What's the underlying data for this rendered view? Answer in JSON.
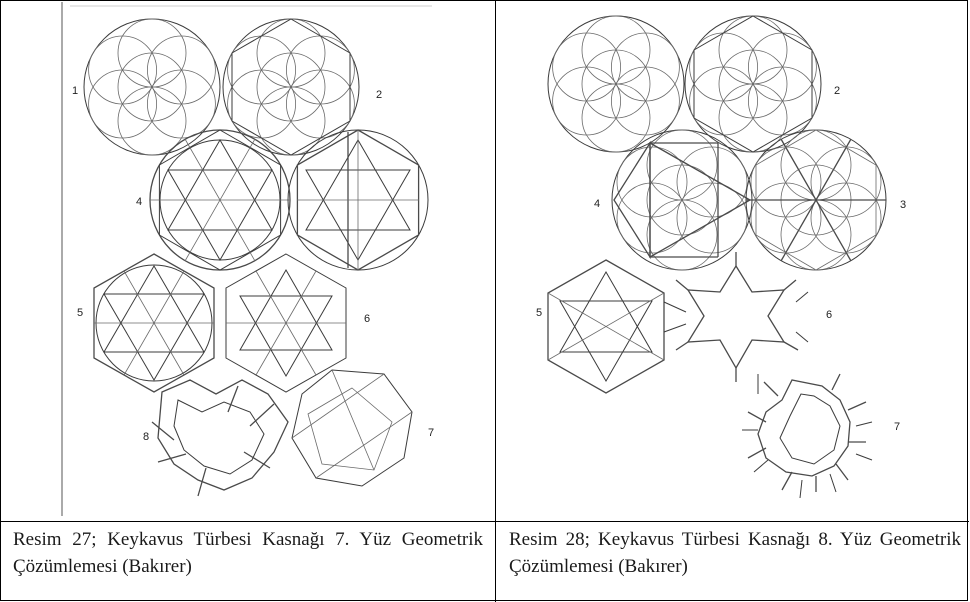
{
  "figures": [
    {
      "id": "left",
      "caption": "Resim 27; Keykavus Türbesi Kasnağı 7. Yüz Geometrik Çözümlemesi (Bakırer)",
      "labels": [
        "1",
        "2",
        "4",
        "5",
        "6",
        "8",
        "7"
      ]
    },
    {
      "id": "right",
      "caption": "Resim 28; Keykavus Türbesi Kasnağı 8. Yüz Geometrik Çözümlemesi (Bakırer)",
      "labels": [
        "2",
        "4",
        "3",
        "5",
        "6",
        "7"
      ]
    }
  ]
}
